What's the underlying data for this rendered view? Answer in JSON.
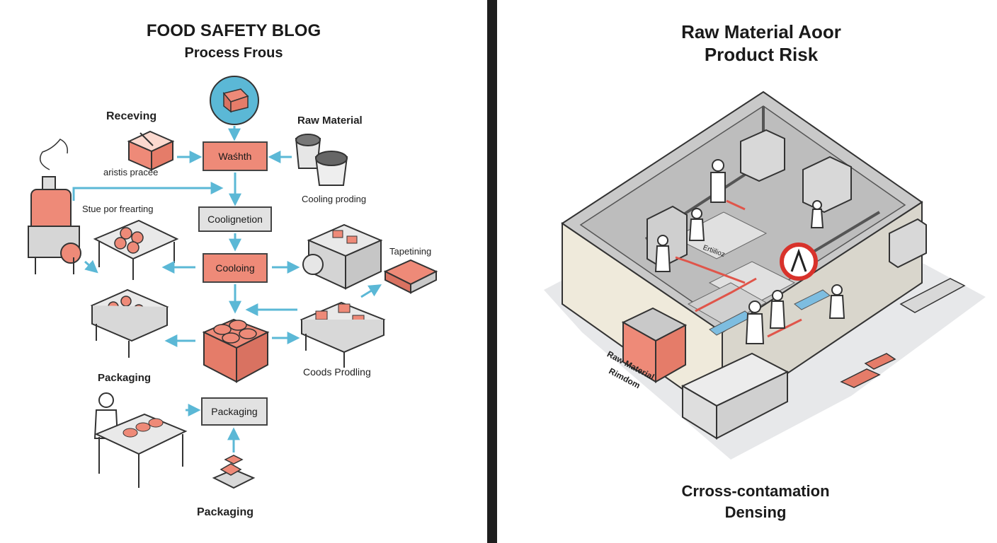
{
  "left": {
    "title": "FOOD SAFETY BLOG",
    "subtitle": "Process Frous",
    "labels": {
      "receiving": "Receving",
      "receiving_sub": "aristis pracee",
      "raw_material": "Raw Material",
      "cooling_proding": "Cooling proding",
      "stue_por_frearting": "Stue por frearting",
      "tapetining": "Tapetining",
      "coods_prodling": "Coods Prodling",
      "packaging_side": "Packaging",
      "packaging_bottom": "Packaging"
    },
    "boxes": {
      "wash": "Waśhth",
      "coolignetion": "Coolignetion",
      "cooling": "Cooloing",
      "packaging": "Packaging"
    }
  },
  "right": {
    "title_line1": "Raw Material Aoor",
    "title_line2": "Product Risk",
    "sign_text": "Ertiilioz",
    "zone_label_line1": "Raw Material",
    "zone_label_line2": "Rimdom",
    "caption_line1": "Crross-contamation",
    "caption_line2": "Densing"
  },
  "colors": {
    "accent_red": "#ee8a78",
    "arrow_blue": "#5bb8d6",
    "wall_beige": "#efeadb",
    "floor_gray": "#c9c9c9",
    "divider": "#1e1e1e"
  }
}
